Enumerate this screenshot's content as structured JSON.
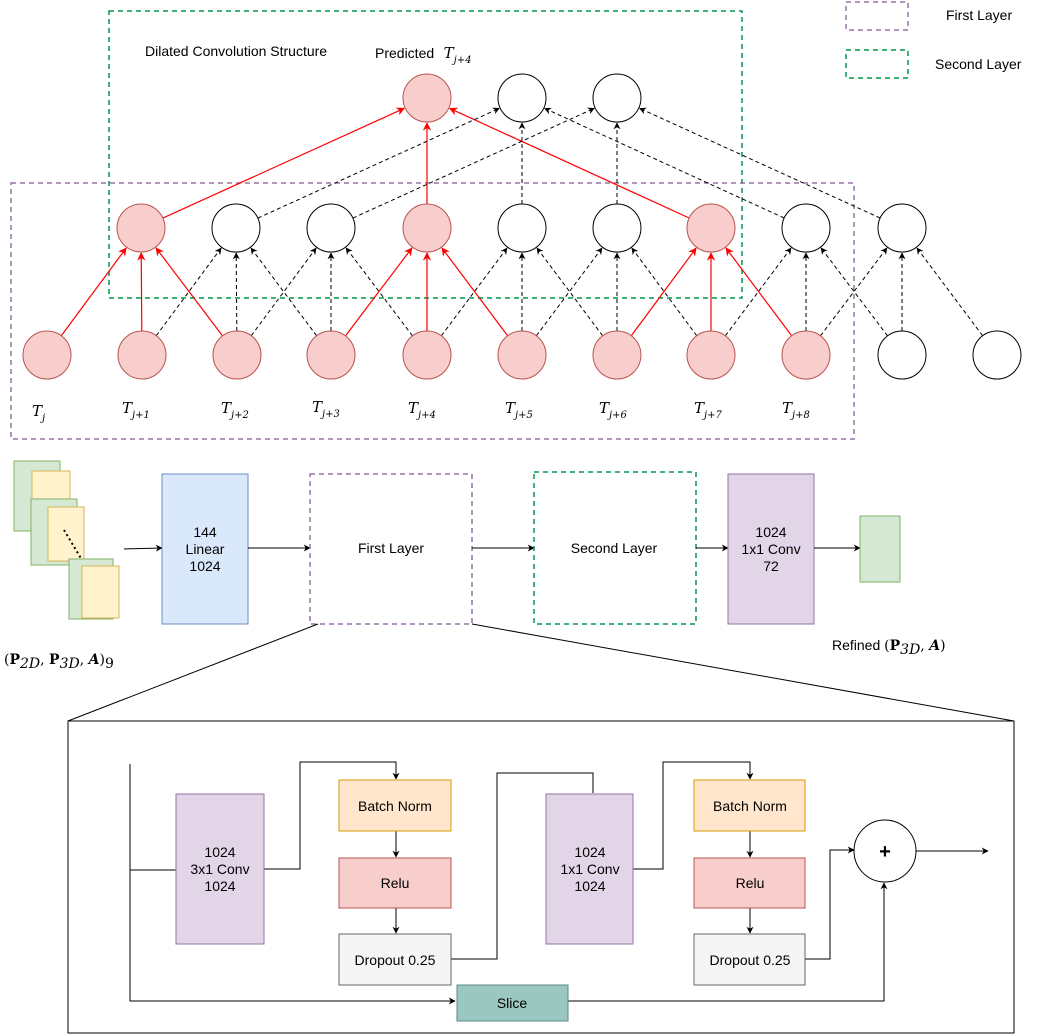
{
  "legend": {
    "first_layer": "First Layer",
    "second_layer": "Second Layer"
  },
  "colors": {
    "purple_dashed": "#9673a6",
    "green_dashed": "#00994d",
    "pink_fill": "#f8cecc",
    "pink_stroke": "#b85450",
    "red_edge": "#ff0000",
    "blue_fill": "#dae8fc",
    "blue_stroke": "#6c8ebf",
    "lilac_fill": "#e1d5e7",
    "lilac_stroke": "#9673a6",
    "orange_fill": "#ffe6cc",
    "orange_stroke": "#d79b00",
    "yellow_fill": "#fff2cc",
    "yellow_stroke": "#d6b656",
    "green_fill": "#d5e8d4",
    "green_stroke": "#82b366",
    "gray_fill": "#f5f5f5",
    "gray_stroke": "#666666",
    "slice_fill": "#9ac7bf",
    "slice_stroke": "#5a8a84"
  },
  "top": {
    "title": "Dilated Convolution Structure",
    "predicted_prefix": "Predicted",
    "predicted_var": "T",
    "predicted_sub": "j+4",
    "inputs": [
      {
        "var": "T",
        "sub": "j"
      },
      {
        "var": "T",
        "sub": "j+1"
      },
      {
        "var": "T",
        "sub": "j+2"
      },
      {
        "var": "T",
        "sub": "j+3"
      },
      {
        "var": "T",
        "sub": "j+4"
      },
      {
        "var": "T",
        "sub": "j+5"
      },
      {
        "var": "T",
        "sub": "j+6"
      },
      {
        "var": "T",
        "sub": "j+7"
      },
      {
        "var": "T",
        "sub": "j+8"
      }
    ]
  },
  "pipeline": {
    "input_label": {
      "open": "(",
      "p2d": "P",
      "p2d_sub": "2D",
      "comma1": ", ",
      "p3d": "P",
      "p3d_sub": "3D",
      "comma2": ", ",
      "a": "A",
      "close": ")",
      "close_sub": "9"
    },
    "linear": {
      "line1": "144",
      "line2": "Linear",
      "line3": "1024"
    },
    "first_layer": "First Layer",
    "second_layer": "Second Layer",
    "conv_out": {
      "line1": "1024",
      "line2": "1x1 Conv",
      "line3": "72"
    },
    "output_label": {
      "prefix": "Refined ",
      "open": "(",
      "p3d": "P",
      "p3d_sub": "3D",
      "comma": ", ",
      "a": "A",
      "close": ")"
    }
  },
  "detail": {
    "conv3": {
      "line1": "1024",
      "line2": "3x1 Conv",
      "line3": "1024"
    },
    "bn1": "Batch Norm",
    "relu1": "Relu",
    "drop1": "Dropout 0.25",
    "conv1": {
      "line1": "1024",
      "line2": "1x1 Conv",
      "line3": "1024"
    },
    "bn2": "Batch Norm",
    "relu2": "Relu",
    "drop2": "Dropout 0.25",
    "slice": "Slice",
    "add": "+"
  }
}
